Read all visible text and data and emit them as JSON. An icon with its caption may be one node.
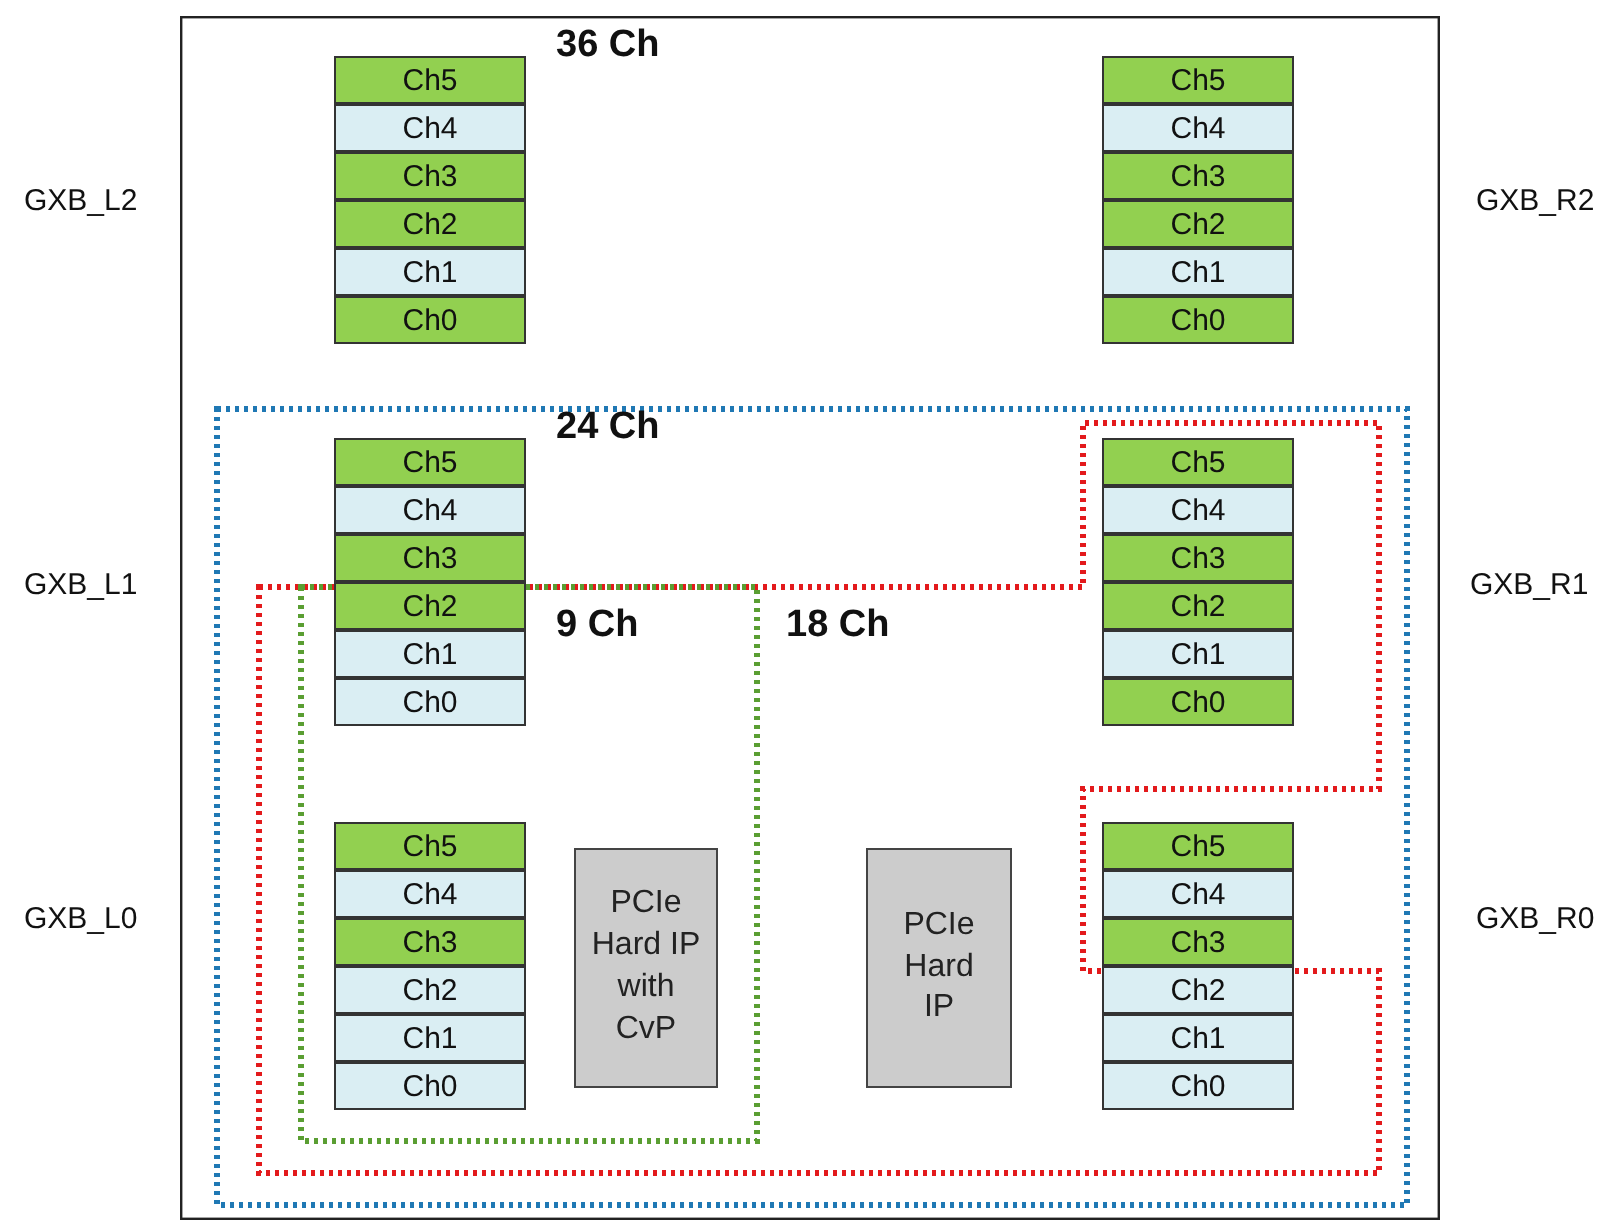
{
  "diagram": {
    "nodes": [
      {
        "text": [
          "36 Ch"
        ]
      },
      {
        "text": [
          "Ch5"
        ],
        "in": 0
      },
      {
        "text": [
          "Ch4"
        ],
        "in": 0
      },
      {
        "text": [
          "Ch3"
        ],
        "in": 0
      },
      {
        "text": [
          "Ch2"
        ],
        "in": 0
      },
      {
        "text": [
          "Ch1"
        ],
        "in": 0
      },
      {
        "text": [
          "Ch0"
        ],
        "in": 0
      },
      {
        "text": [
          "Ch5"
        ],
        "in": 0
      },
      {
        "text": [
          "Ch4"
        ],
        "in": 0
      },
      {
        "text": [
          "Ch3"
        ],
        "in": 0
      },
      {
        "text": [
          "Ch2"
        ],
        "in": 0
      },
      {
        "text": [
          "Ch1"
        ],
        "in": 0
      },
      {
        "text": [
          "Ch0"
        ],
        "in": 0
      },
      {
        "text": [
          "24 Ch"
        ],
        "in": 0
      },
      {
        "text": [
          "Ch5"
        ],
        "in": 13
      },
      {
        "text": [
          "Ch4"
        ],
        "in": 13
      },
      {
        "text": [
          "Ch3"
        ],
        "in": 13
      },
      {
        "text": [
          "18 Ch"
        ],
        "in": 13
      },
      {
        "text": [
          "9 Ch"
        ],
        "in": 17
      },
      {
        "text": [
          "Ch2"
        ],
        "in": 18
      },
      {
        "text": [
          "Ch1"
        ],
        "in": 18
      },
      {
        "text": [
          "Ch0"
        ],
        "in": 18
      },
      {
        "text": [
          "Ch5"
        ],
        "in": 18
      },
      {
        "text": [
          "Ch4"
        ],
        "in": 18
      },
      {
        "text": [
          "Ch3"
        ],
        "in": 18
      },
      {
        "text": [
          "Ch2"
        ],
        "in": 18
      },
      {
        "text": [
          "Ch1"
        ],
        "in": 18
      },
      {
        "text": [
          "Ch0"
        ],
        "in": 18
      },
      {
        "text": [
          "PCIe Hard IP with CvP"
        ],
        "in": 18
      },
      {
        "text": [
          "Ch5"
        ],
        "in": 17
      },
      {
        "text": [
          "Ch4"
        ],
        "in": 17
      },
      {
        "text": [
          "Ch3"
        ],
        "in": 17
      },
      {
        "text": [
          "Ch2"
        ],
        "in": 17
      },
      {
        "text": [
          "Ch1"
        ],
        "in": 17
      },
      {
        "text": [
          "Ch0"
        ],
        "in": 17
      },
      {
        "text": [
          "PCIe Hard IP"
        ],
        "in": 17
      },
      {
        "text": [
          "Ch5"
        ],
        "in": 13
      },
      {
        "text": [
          "Ch4"
        ],
        "in": 13
      },
      {
        "text": [
          "Ch3"
        ],
        "in": 13
      },
      {
        "text": [
          "Ch2"
        ],
        "in": 17
      },
      {
        "text": [
          "Ch1"
        ],
        "in": 17
      },
      {
        "text": [
          "Ch0"
        ],
        "in": 17
      }
    ],
    "labels": [
      "GXB_L2",
      "GXB_R2",
      "GXB_L1",
      "GXB_R1",
      "GXB_L0",
      "GXB_R0"
    ]
  }
}
